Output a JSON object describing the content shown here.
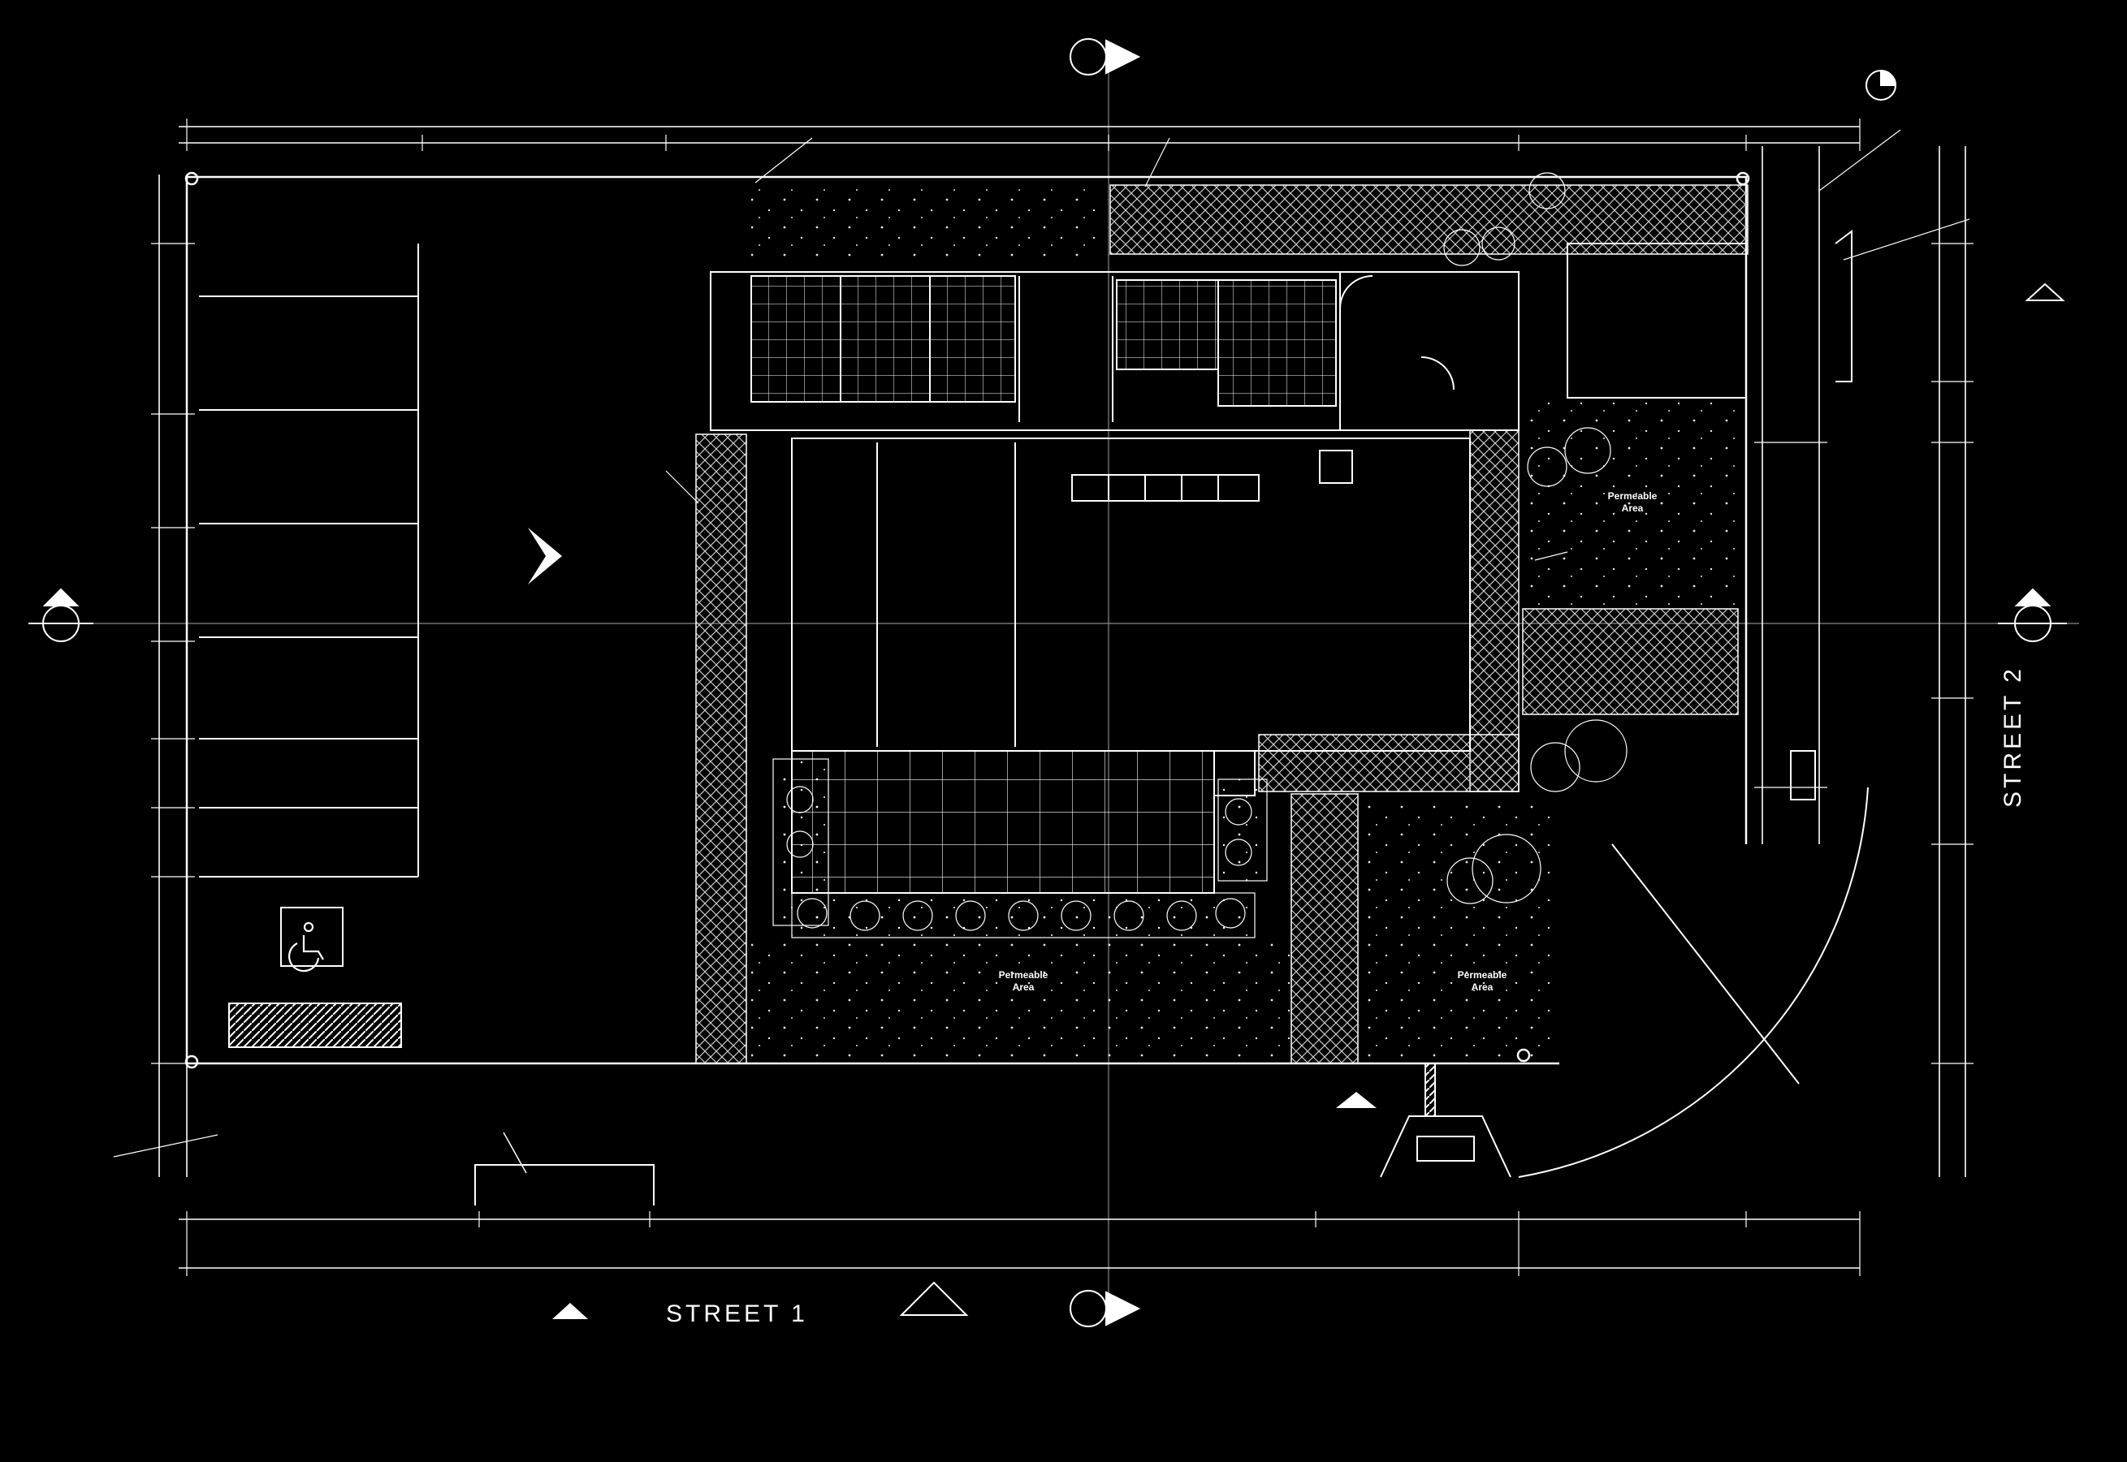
{
  "labels": {
    "street1": "STREET 1",
    "street2": "STREET 2",
    "permeable": "Permeable",
    "area": "Area"
  },
  "colors": {
    "background": "#000000",
    "line": "#ffffff",
    "hatch": "#d0d0d0"
  }
}
